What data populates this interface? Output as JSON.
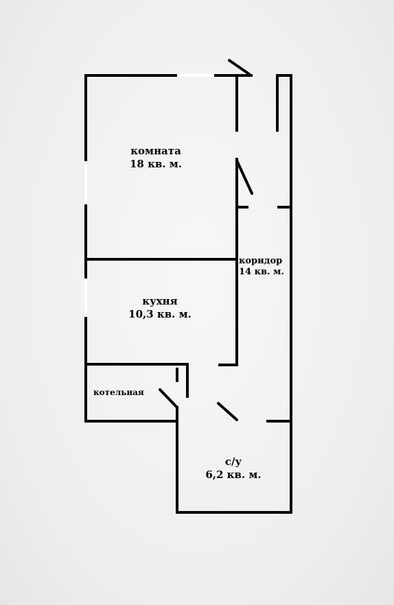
{
  "rooms": {
    "room": {
      "name": "комната",
      "area": "18 кв. м."
    },
    "kitchen": {
      "name": "кухня",
      "area": "10,3 кв. м."
    },
    "corridor": {
      "name": "коридор",
      "area": "14 кв. м."
    },
    "boiler": {
      "name": "котельная"
    },
    "wc": {
      "name": "с/у",
      "area": "6,2 кв. м."
    }
  },
  "colors": {
    "wall": "#000000",
    "window": "#ffffff",
    "paper": "#f3f3f3"
  }
}
